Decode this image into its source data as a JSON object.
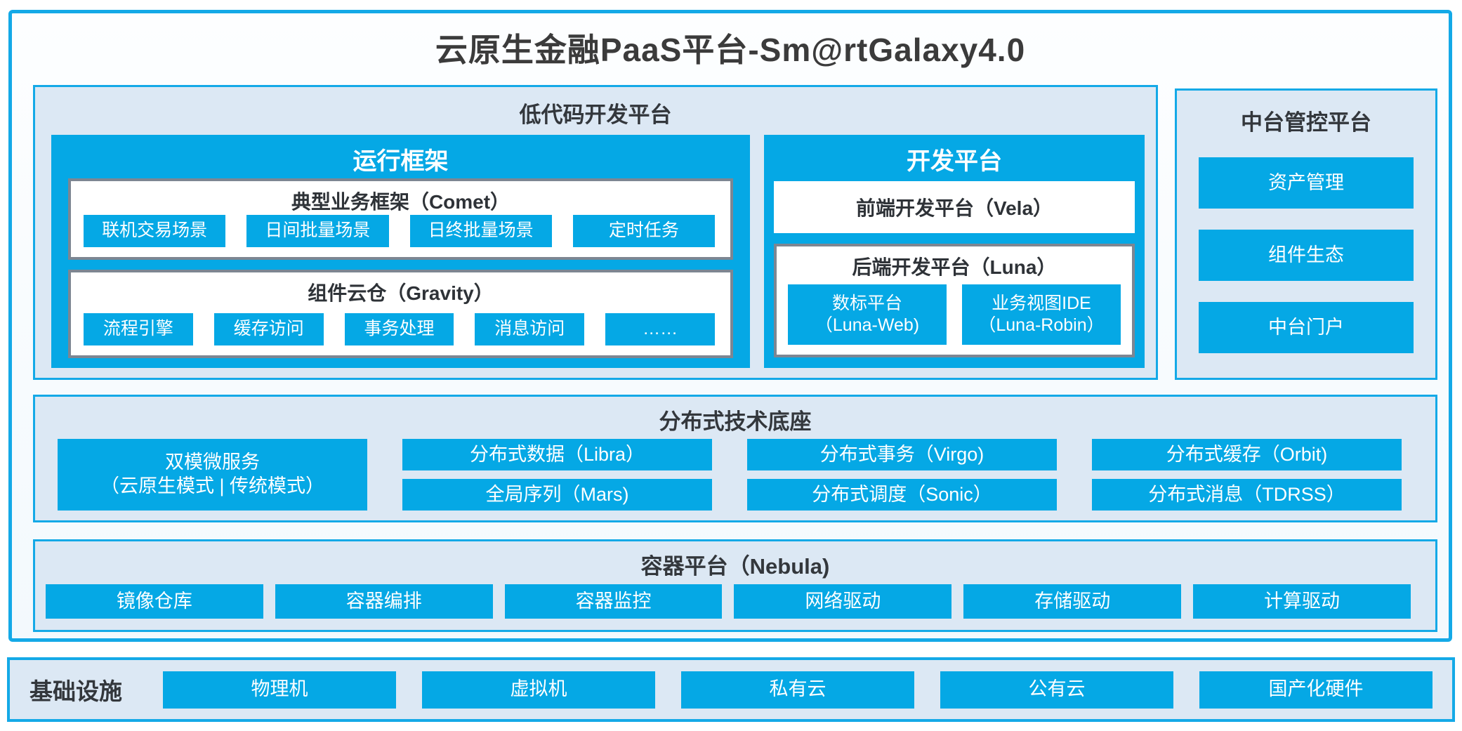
{
  "title": "云原生金融PaaS平台-Sm@rtGalaxy4.0",
  "colors": {
    "accent_blue": "#05a8e5",
    "border_blue": "#14a9e7",
    "panel_bg": "#dce8f4",
    "box_border_gray": "#7d8692",
    "text_dark": "#3b3b3b",
    "text_white": "#ffffff"
  },
  "lowcode": {
    "header": "低代码开发平台",
    "runtime": {
      "title": "运行框架",
      "comet": {
        "title": "典型业务框架（Comet）",
        "items": [
          "联机交易场景",
          "日间批量场景",
          "日终批量场景",
          "定时任务"
        ]
      },
      "gravity": {
        "title": "组件云仓（Gravity）",
        "items": [
          "流程引擎",
          "缓存访问",
          "事务处理",
          "消息访问",
          "……"
        ]
      }
    },
    "dev": {
      "title": "开发平台",
      "frontend": "前端开发平台（Vela）",
      "backend": {
        "title": "后端开发平台（Luna）",
        "items": [
          {
            "name": "数标平台",
            "sub": "（Luna-Web)"
          },
          {
            "name": "业务视图IDE",
            "sub": "（Luna-Robin）"
          }
        ]
      }
    }
  },
  "midplatform": {
    "header": "中台管控平台",
    "items": [
      "资产管理",
      "组件生态",
      "中台门户"
    ]
  },
  "distributed": {
    "header": "分布式技术底座",
    "dual_mode": {
      "line1": "双模微服务",
      "line2": "（云原生模式 | 传统模式）"
    },
    "columns": [
      [
        "分布式数据（Libra）",
        "全局序列（Mars)"
      ],
      [
        "分布式事务（Virgo)",
        "分布式调度（Sonic）"
      ],
      [
        "分布式缓存（Orbit)",
        "分布式消息（TDRSS）"
      ]
    ]
  },
  "container_platform": {
    "header": "容器平台（Nebula)",
    "items": [
      "镜像仓库",
      "容器编排",
      "容器监控",
      "网络驱动",
      "存储驱动",
      "计算驱动"
    ]
  },
  "infrastructure": {
    "label": "基础设施",
    "items": [
      "物理机",
      "虚拟机",
      "私有云",
      "公有云",
      "国产化硬件"
    ]
  }
}
